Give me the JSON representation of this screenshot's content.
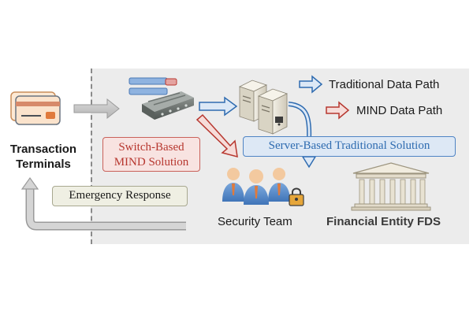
{
  "left": {
    "terminals_label_line1": "Transaction",
    "terminals_label_line2": "Terminals",
    "terminal_icon": "credit-card-terminal-icon"
  },
  "legend": {
    "traditional": "Traditional Data Path",
    "mind": "MIND Data Path",
    "traditional_color": "#2e6bb0",
    "mind_color": "#b7372f"
  },
  "boxes": {
    "switch_line1": "Switch-Based",
    "switch_line2": "MIND Solution",
    "server": "Server-Based Traditional Solution",
    "emergency": "Emergency Response"
  },
  "labels": {
    "security_team": "Security Team",
    "financial_fds": "Financial Entity FDS"
  },
  "icons": {
    "switch": "network-switch-icon",
    "servers": "server-rack-icon",
    "team": "security-team-icon",
    "bank": "bank-building-icon",
    "lock": "lock-icon"
  },
  "colors": {
    "panel": "#ececec",
    "switch_box_fill": "#f8e3e1",
    "server_box_fill": "#dde8f5",
    "emergency_box_fill": "#efefe3"
  }
}
